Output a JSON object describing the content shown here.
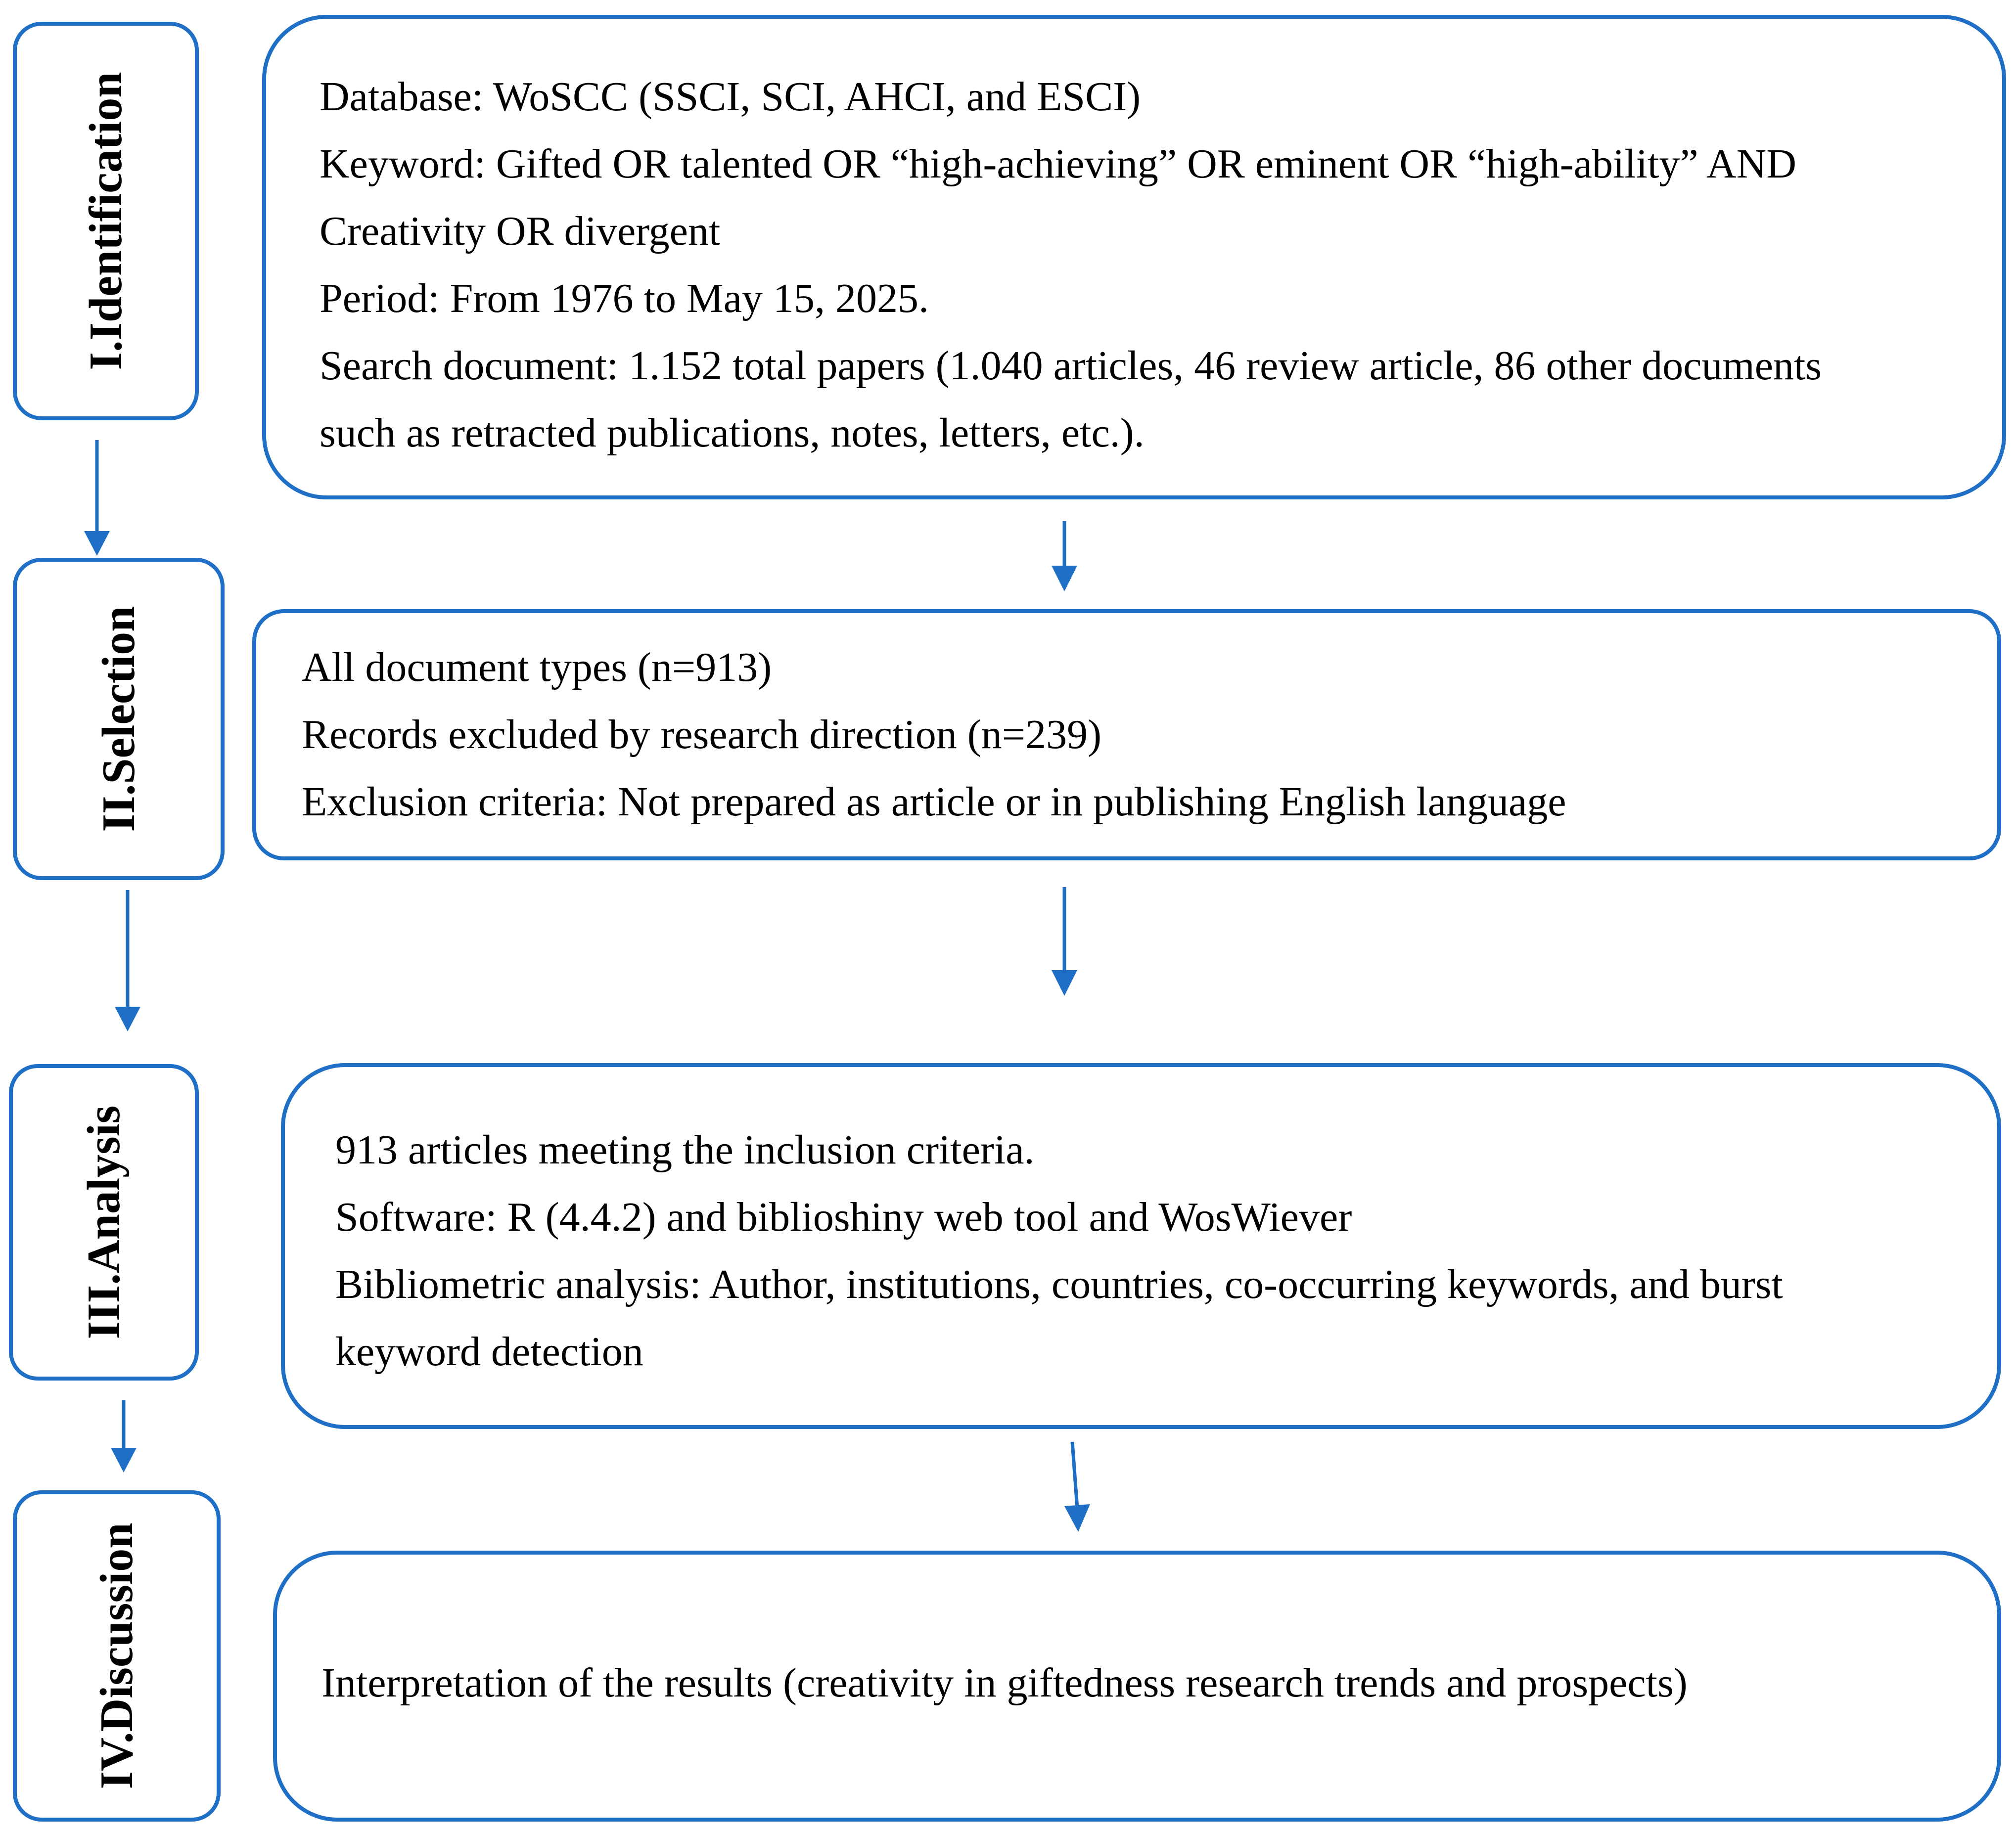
{
  "stages": [
    {
      "label": "I.Identification",
      "lines": [
        "Database: WoSCC (SSCI, SCI, AHCI, and ESCI)",
        "Keyword: Gifted OR talented OR “high-achieving” OR eminent OR “high-ability” AND",
        "Creativity OR divergent",
        "Period: From 1976 to May 15, 2025.",
        "Search document: 1.152 total papers (1.040 articles, 46 review article, 86 other documents",
        "such as retracted publications, notes, letters, etc.)."
      ]
    },
    {
      "label": "II.Selection",
      "lines": [
        "All document types (n=913)",
        "Records excluded by research direction (n=239)",
        "Exclusion criteria: Not prepared as article or in publishing English language"
      ]
    },
    {
      "label": "III.Analysis",
      "lines": [
        "913 articles meeting the inclusion criteria.",
        "Software: R (4.4.2) and biblioshiny web tool and WosWiever",
        "Bibliometric analysis: Author, institutions, countries, co-occurring keywords, and burst",
        "keyword detection"
      ]
    },
    {
      "label": "IV.Discussion",
      "lines": [
        "Interpretation of the results (creativity in giftedness research trends and prospects)"
      ]
    }
  ],
  "colors": {
    "stroke": "#1f6fc6",
    "text": "#000000",
    "background": "#ffffff"
  }
}
